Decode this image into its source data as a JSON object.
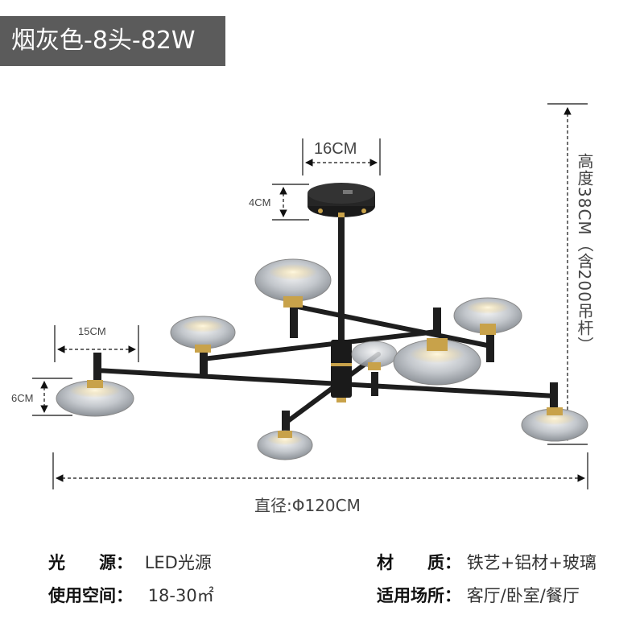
{
  "title": "烟灰色-8头-82W",
  "dimensions": {
    "canopy_width": "16CM",
    "canopy_height": "4CM",
    "shade_width": "15CM",
    "shade_height": "6CM",
    "height": "高度38CM（含200吊杆）",
    "diameter": "直径:Φ120CM"
  },
  "specs": [
    {
      "key": "光　　源：",
      "value": "LED光源"
    },
    {
      "key": "材　　质：",
      "value": "铁艺+铝材+玻璃"
    },
    {
      "key": "使用空间：",
      "value": "18-30㎡"
    },
    {
      "key": "适用场所：",
      "value": "客厅/卧室/餐厅"
    }
  ],
  "colors": {
    "badge": "#5b5b5b",
    "metal": "#1e1e1e",
    "gold": "#c8a24a",
    "glass": "#b9bec4"
  }
}
